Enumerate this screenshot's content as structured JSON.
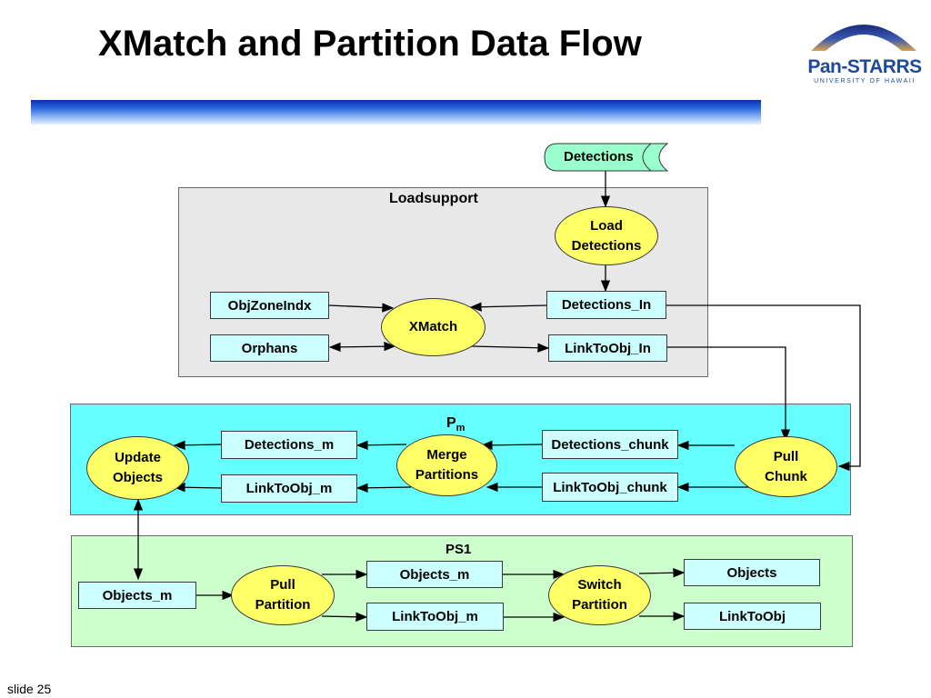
{
  "slide": {
    "title": "XMatch and Partition Data Flow",
    "footer": "slide 25"
  },
  "logo": {
    "name": "Pan-STARRS",
    "subtitle": "UNIVERSITY OF HAWAII"
  },
  "source": {
    "label": "Detections"
  },
  "loadsupport": {
    "title": "Loadsupport",
    "load_detections": "Load\nDetections",
    "objzoneindx": "ObjZoneIndx",
    "orphans": "Orphans",
    "xmatch": "XMatch",
    "detections_in": "Detections_In",
    "linktoobj_in": "LinkToObj_In"
  },
  "pm": {
    "title_main": "P",
    "title_sub": "m",
    "update_objects": "Update\nObjects",
    "detections_m": "Detections_m",
    "linktoobj_m": "LinkToObj_m",
    "merge_partitions": "Merge\nPartitions",
    "detections_chunk": "Detections_chunk",
    "linktoobj_chunk": "LinkToObj_chunk",
    "pull_chunk": "Pull\nChunk"
  },
  "ps1": {
    "title": "PS1",
    "objects_m_in": "Objects_m",
    "pull_partition": "Pull\nPartition",
    "objects_m": "Objects_m",
    "linktoobj_m": "LinkToObj_m",
    "switch_partition": "Switch\nPartition",
    "objects": "Objects",
    "linktoobj": "LinkToObj"
  },
  "colors": {
    "loadsupport_bg": "#e8e8e8",
    "pm_bg": "#66ffff",
    "ps1_bg": "#ccffcc",
    "box_bg": "#ccffff",
    "ellipse_bg": "#ffff66",
    "source_bg": "#99ffcc"
  }
}
